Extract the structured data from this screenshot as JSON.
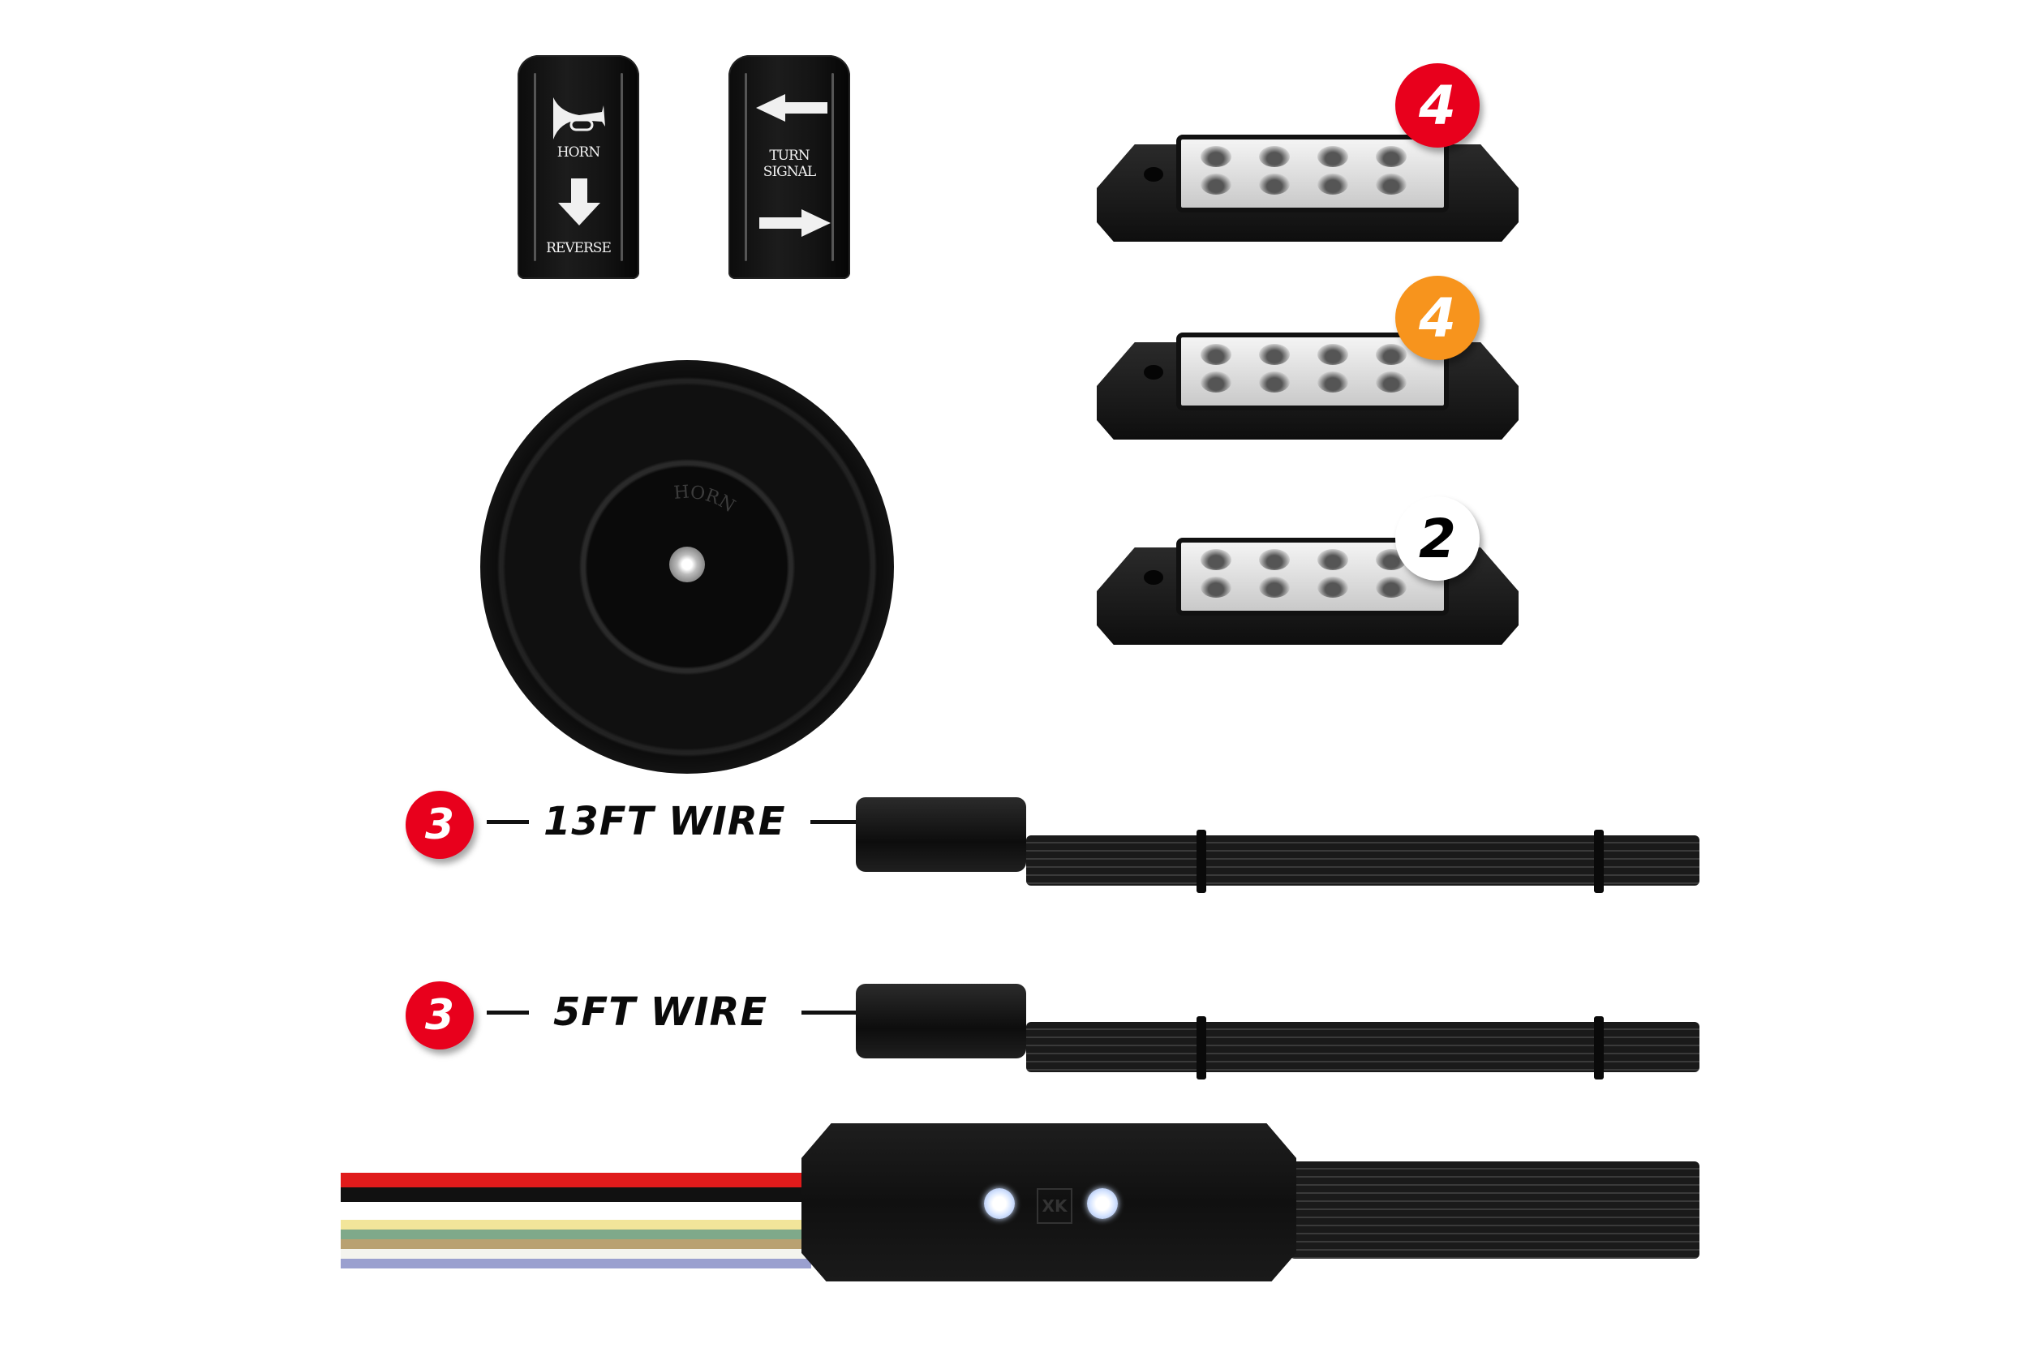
{
  "switches": [
    {
      "id": "horn-reverse",
      "top_label": "HORN",
      "bottom_label": "REVERSE",
      "top_icon": "horn-icon",
      "bottom_icon": "arrow-down-icon"
    },
    {
      "id": "turn-signal",
      "label_line1": "TURN",
      "label_line2": "SIGNAL",
      "top_icon": "arrow-left-icon",
      "bottom_icon": "arrow-right-icon"
    }
  ],
  "horn": {
    "engraving": "HORN"
  },
  "light_pods": [
    {
      "badge": "4",
      "badge_color": "#e8001c",
      "badge_text_color": "#ffffff"
    },
    {
      "badge": "4",
      "badge_color": "#f7941d",
      "badge_text_color": "#ffffff"
    },
    {
      "badge": "2",
      "badge_color": "#ffffff",
      "badge_text_color": "#000000"
    }
  ],
  "wires": [
    {
      "badge": "3",
      "badge_color": "#e8001c",
      "label": "13FT WIRE"
    },
    {
      "badge": "3",
      "badge_color": "#e8001c",
      "label": "5FT WIRE"
    }
  ],
  "controller": {
    "logo": "XK",
    "lead_colors": [
      "#e01b1b",
      "#111111",
      "#f2e59a",
      "#7fa98a",
      "#b9a171",
      "#f4f4ee",
      "#9aa0cf"
    ]
  }
}
